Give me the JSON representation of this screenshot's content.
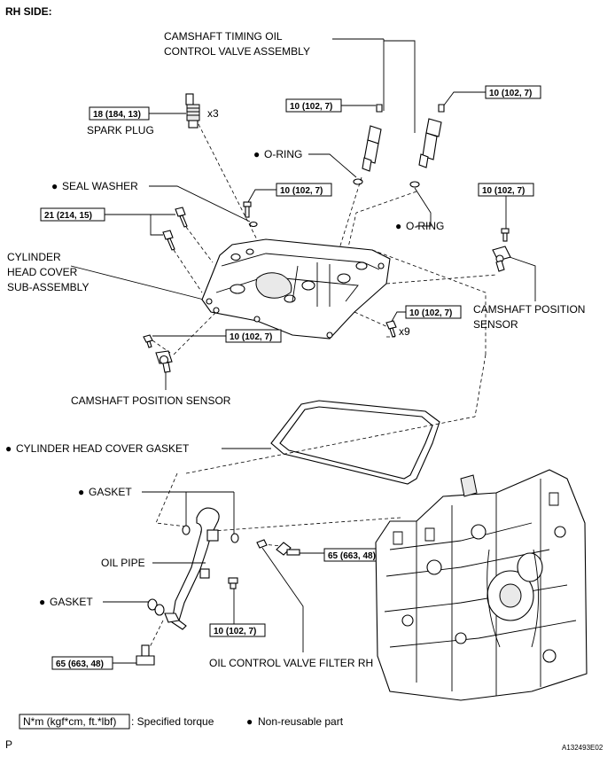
{
  "header": {
    "title": "RH SIDE:"
  },
  "labels": {
    "ocv_assembly_line1": "CAMSHAFT TIMING OIL",
    "ocv_assembly_line2": "CONTROL VALVE ASSEMBLY",
    "spark_plug": "SPARK PLUG",
    "spark_plug_qty": "x3",
    "o_ring_1": "O-RING",
    "o_ring_2": "O-RING",
    "seal_washer": "SEAL WASHER",
    "head_cover_line1": "CYLINDER",
    "head_cover_line2": "HEAD COVER",
    "head_cover_line3": "SUB-ASSEMBLY",
    "cam_pos_sensor_right_line1": "CAMSHAFT POSITION",
    "cam_pos_sensor_right_line2": "SENSOR",
    "cover_bolt_qty": "x9",
    "cam_pos_sensor_left": "CAMSHAFT POSITION SENSOR",
    "head_cover_gasket": "CYLINDER HEAD COVER GASKET",
    "gasket_1": "GASKET",
    "gasket_2": "GASKET",
    "oil_pipe": "OIL PIPE",
    "ocv_filter": "OIL CONTROL VALVE FILTER RH"
  },
  "torques": {
    "spark_plug": "18 (184, 13)",
    "ocv_left": "10 (102, 7)",
    "ocv_right": "10 (102, 7)",
    "head_cover_stud": "10 (102, 7)",
    "head_cover_bolt_large": "21 (214, 15)",
    "cam_sensor_right": "10 (102, 7)",
    "cover_bolts": "10 (102, 7)",
    "cam_sensor_left": "10 (102, 7)",
    "union_bolt_upper": "65 (663, 48)",
    "oil_pipe_bolt": "10 (102, 7)",
    "union_bolt_lower": "65 (663, 48)"
  },
  "legend": {
    "torque_unit": "N*m (kgf*cm, ft.*lbf)",
    "torque_desc": ": Specified torque",
    "non_reusable": "Non-reusable part"
  },
  "footer": {
    "section_code": "P",
    "figure_id": "A132493E02"
  }
}
